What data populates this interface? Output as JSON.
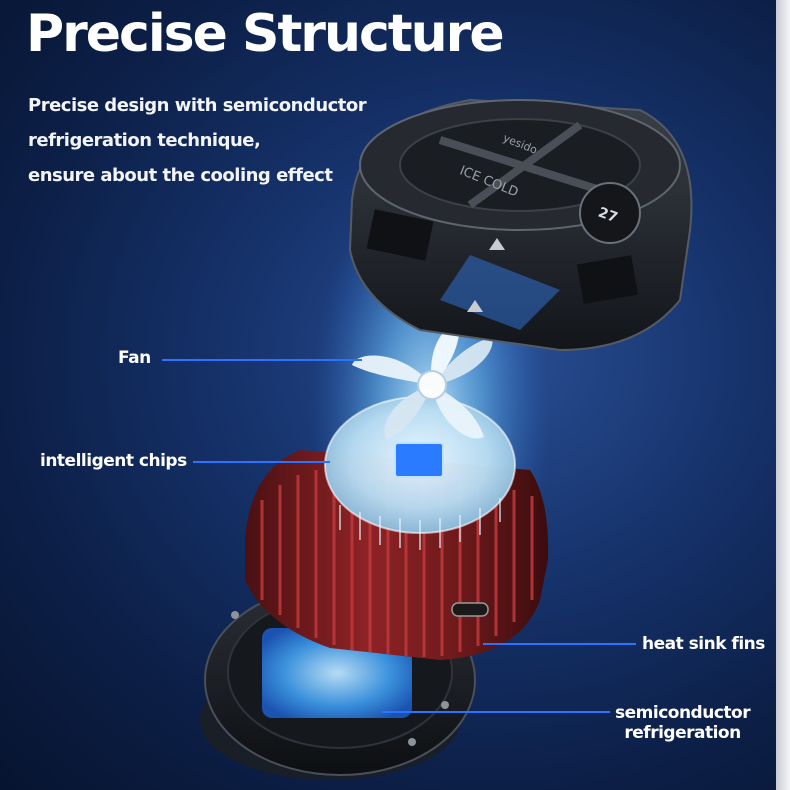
{
  "title": "Precise Structure",
  "subtitle_lines": [
    "Precise design with  semiconductor",
    "refrigeration technique,",
    "ensure about the cooling effect"
  ],
  "callouts": {
    "fan": "Fan",
    "chips": "intelligent chips",
    "heat_sink": "heat sink fins",
    "semiconductor_line1": "semiconductor",
    "semiconductor_line2": "refrigeration"
  },
  "product_markings": {
    "brand": "ICE COLD",
    "logo": "yesido"
  },
  "colors": {
    "background": "#17346e",
    "callout_line": "#1f6bff",
    "heat_sink": "#8a1f22",
    "glow": "#8fd8ff"
  }
}
